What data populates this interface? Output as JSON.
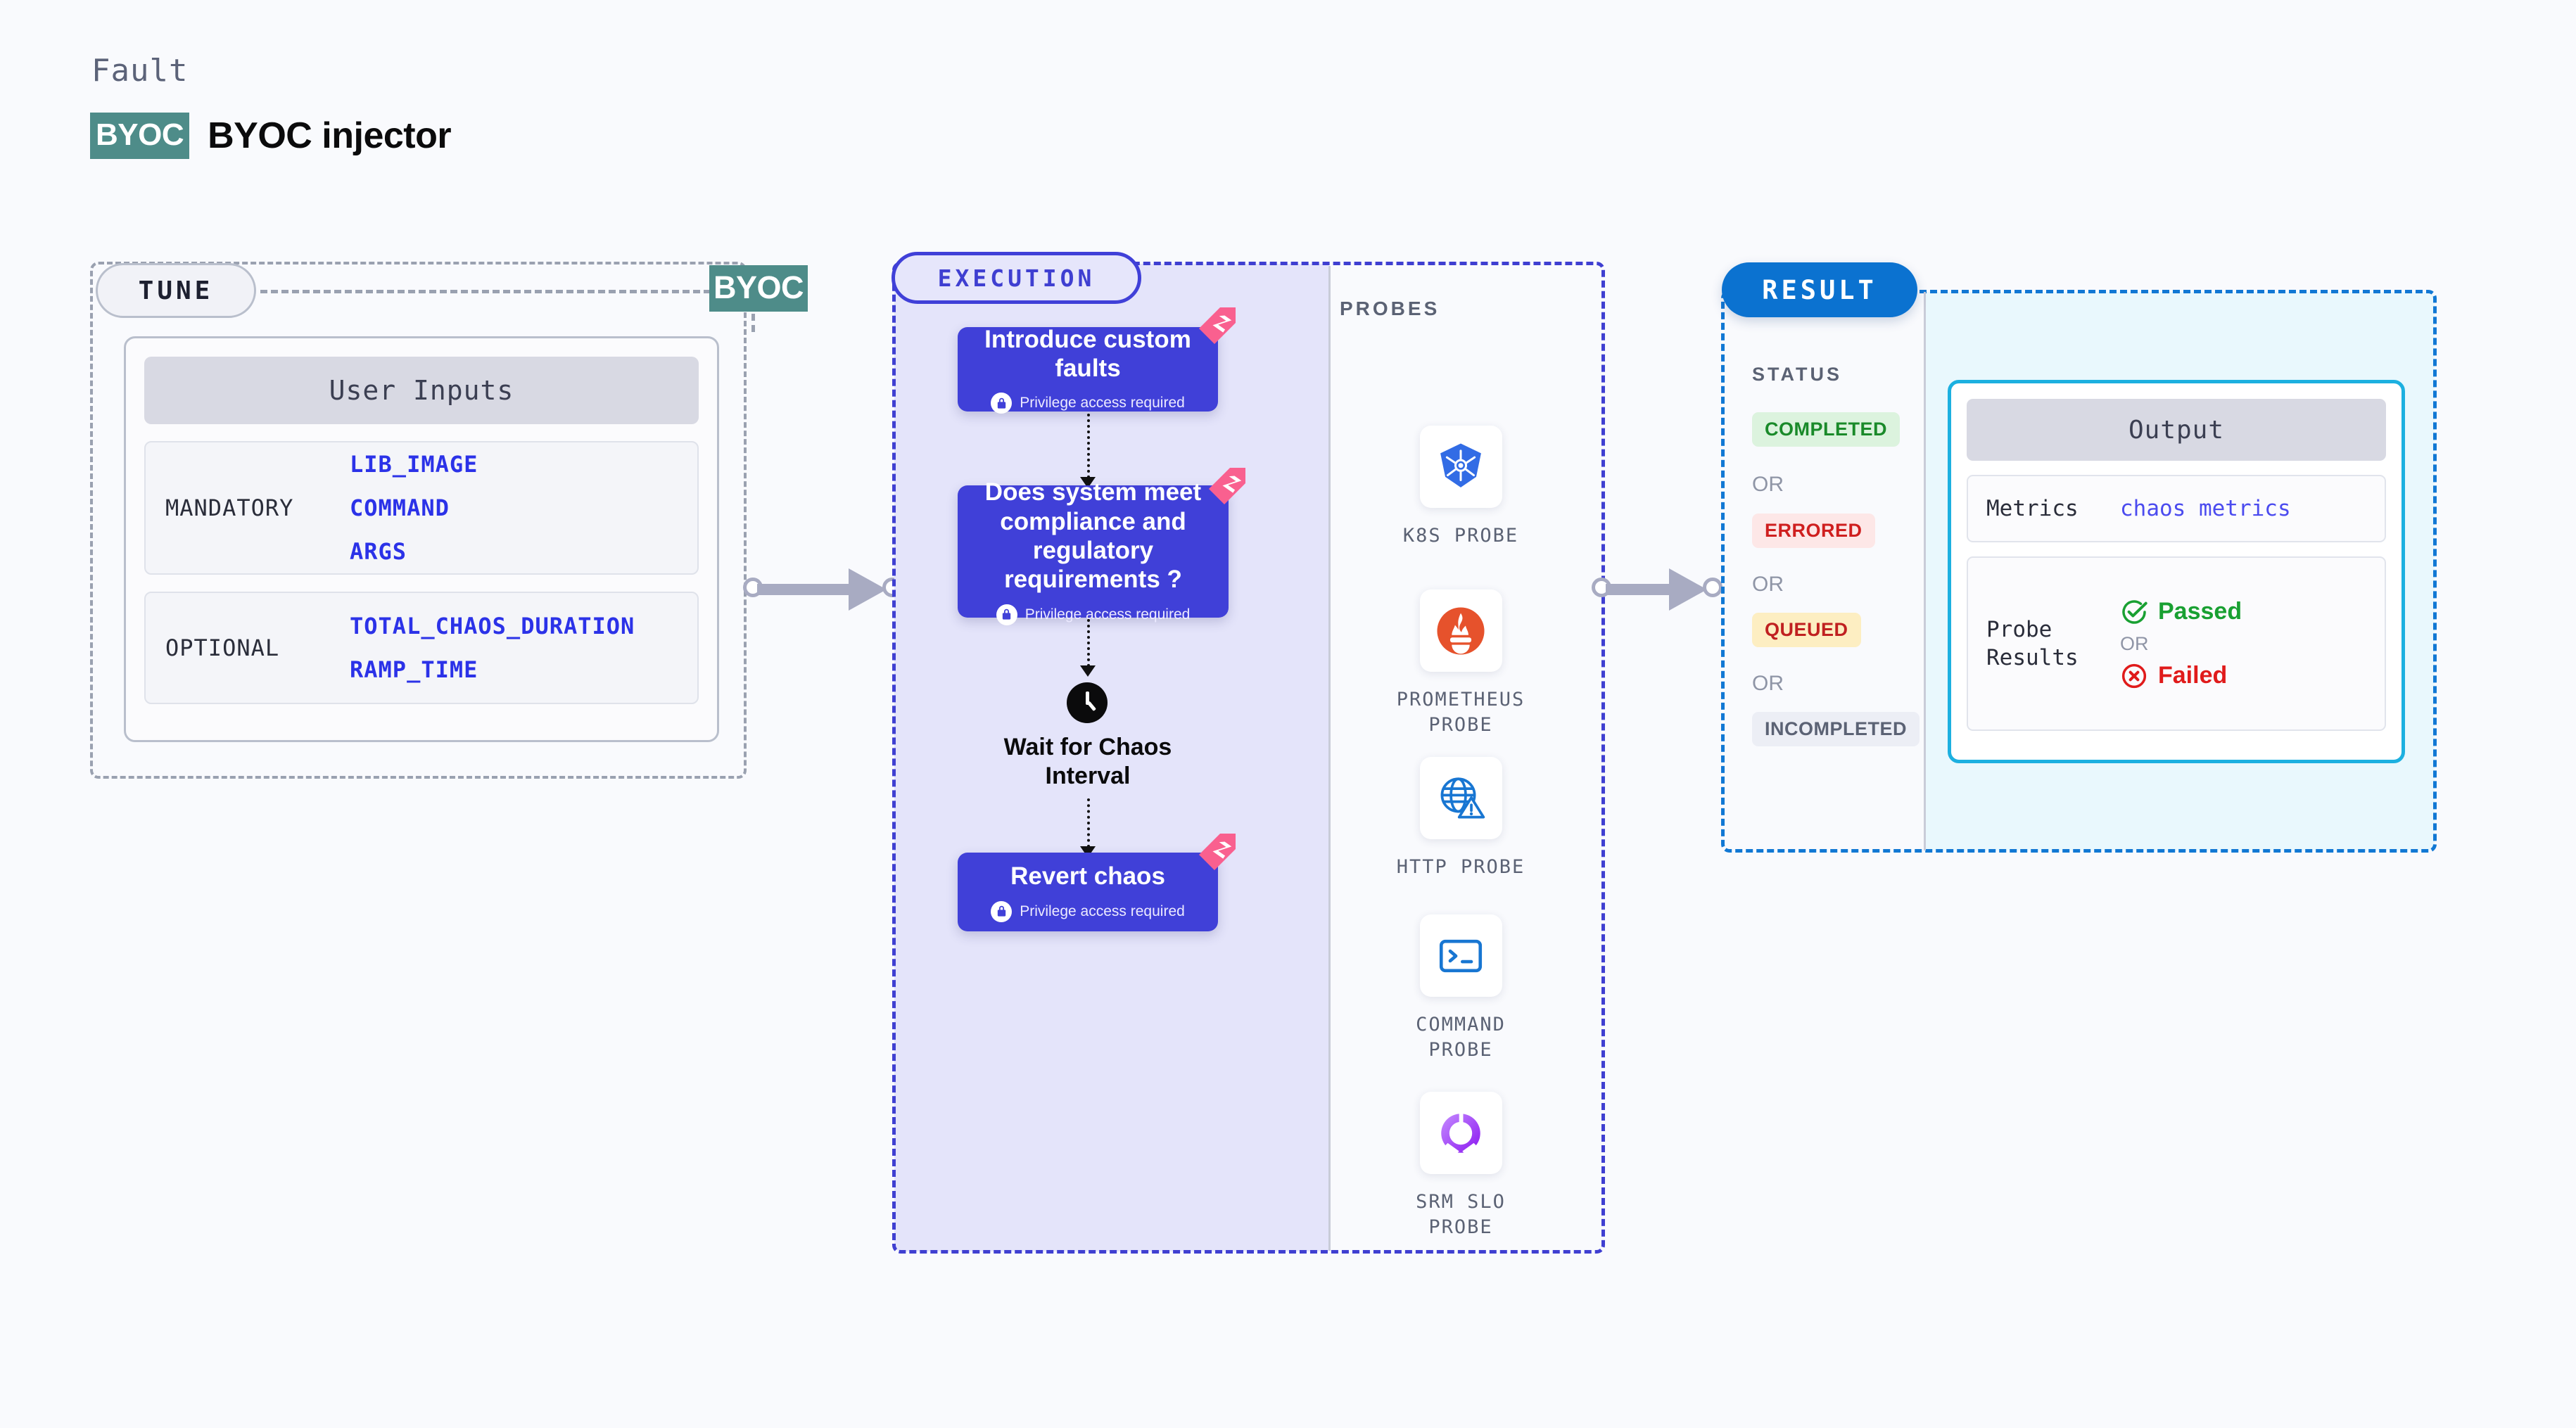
{
  "header": {
    "eyebrow": "Fault",
    "chip": "BYOC",
    "title": "BYOC injector"
  },
  "tune": {
    "badge": "TUNE",
    "byoc_tag": "BYOC",
    "card_title": "User Inputs",
    "groups": [
      {
        "label": "MANDATORY",
        "values": [
          "LIB_IMAGE",
          "COMMAND",
          "ARGS"
        ]
      },
      {
        "label": "OPTIONAL",
        "values": [
          "TOTAL_CHAOS_DURATION",
          "RAMP_TIME"
        ]
      }
    ]
  },
  "execution": {
    "badge": "EXECUTION",
    "privilege_note": "Privilege access required",
    "nodes": [
      {
        "title": "Introduce custom faults",
        "privileged": true
      },
      {
        "title": "Does system meet compliance and regulatory requirements ?",
        "privileged": true
      },
      {
        "title": "Revert chaos",
        "privileged": true
      }
    ],
    "wait_step": "Wait for Chaos Interval"
  },
  "probes": {
    "heading": "PROBES",
    "items": [
      {
        "label": "K8S PROBE",
        "icon": "kubernetes-icon"
      },
      {
        "label": "PROMETHEUS\nPROBE",
        "icon": "prometheus-icon"
      },
      {
        "label": "HTTP PROBE",
        "icon": "globe-warning-icon"
      },
      {
        "label": "COMMAND\nPROBE",
        "icon": "terminal-icon"
      },
      {
        "label": "SRM SLO\nPROBE",
        "icon": "slo-gauge-icon"
      }
    ]
  },
  "result": {
    "badge": "RESULT",
    "status_heading": "STATUS",
    "or_label": "OR",
    "statuses": [
      {
        "label": "COMPLETED",
        "bg": "#dcf3de",
        "fg": "#1a8a2a"
      },
      {
        "label": "ERRORED",
        "bg": "#fde7e7",
        "fg": "#cf1f1f"
      },
      {
        "label": "QUEUED",
        "bg": "#fdeec2",
        "fg": "#c02020"
      },
      {
        "label": "INCOMPLETED",
        "bg": "#eceef5",
        "fg": "#5b6274"
      }
    ],
    "output": {
      "title": "Output",
      "metrics_key": "Metrics",
      "metrics_value": "chaos metrics",
      "probe_results_key": "Probe Results",
      "passed": "Passed",
      "failed": "Failed",
      "or_label": "OR"
    }
  },
  "colors": {
    "page_bg": "#f9fafd",
    "byoc_teal": "#4e8c89",
    "exec_purple": "#4040d8",
    "exec_panel_bg": "#e4e4fa",
    "result_blue": "#0b72d0",
    "output_cyan": "#1cb0e0",
    "connector_gray": "#a8abc2",
    "flag_pink": "#f9608f"
  }
}
